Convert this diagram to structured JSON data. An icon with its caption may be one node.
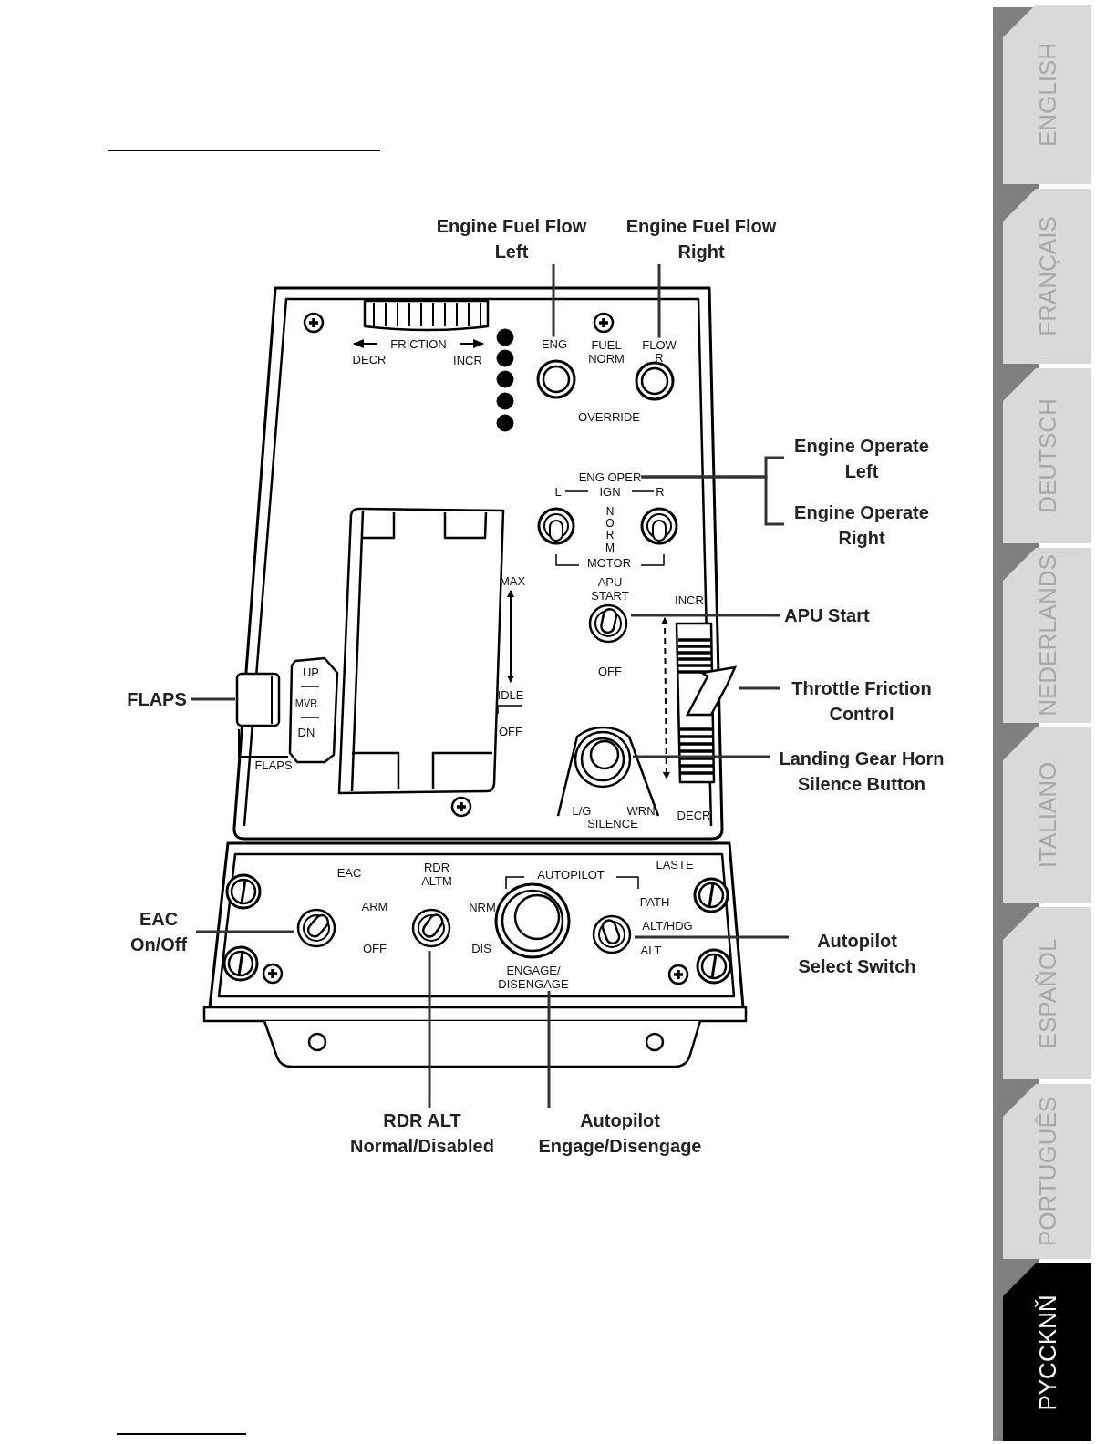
{
  "diagram": {
    "nodes": [
      {
        "text": [
          "Engine Fuel Flow Left"
        ]
      },
      {
        "text": [
          "Engine Fuel Flow Right"
        ]
      },
      {
        "text": [
          "Engine Operate Left"
        ]
      },
      {
        "text": [
          "Engine Operate Right"
        ]
      },
      {
        "text": [
          "APU Start"
        ]
      },
      {
        "text": [
          "FLAPS"
        ]
      },
      {
        "text": [
          "Throttle Friction Control"
        ]
      },
      {
        "text": [
          "Landing Gear Horn Silence Button"
        ]
      },
      {
        "text": [
          "EAC On/Off"
        ]
      },
      {
        "text": [
          "Autopilot Select Switch"
        ]
      },
      {
        "text": [
          "RDR ALT Normal/Disabled"
        ]
      },
      {
        "text": [
          "Autopilot Engage/Disengage"
        ]
      },
      {
        "text": [
          "ENG"
        ]
      },
      {
        "text": [
          "FLOW"
        ]
      },
      {
        "text": [
          "ENG OPER"
        ]
      },
      {
        "text": [],
        "shape": "switch",
        "beside": [
          "APU START"
        ]
      },
      {
        "text": [],
        "shape": "lever",
        "beside": [
          "FLAPS"
        ]
      },
      {
        "text": [],
        "shape": "lever"
      },
      {
        "text": [],
        "shape": "button",
        "beside": [
          "L/G",
          "WRN",
          "SILENCE"
        ]
      },
      {
        "text": [],
        "shape": "switch",
        "beside": [
          "EAC"
        ]
      },
      {
        "text": [],
        "shape": "switch"
      },
      {
        "text": [],
        "shape": "switch",
        "beside": [
          "RDR ALTM"
        ]
      },
      {
        "text": [
          "ENGAGE/ DISENGAGE"
        ]
      }
    ],
    "edges": [
      {
        "from": 0,
        "to": 12,
        "arrow": "none"
      },
      {
        "from": 1,
        "to": 13,
        "arrow": "none"
      },
      {
        "from": 2,
        "to": 14,
        "arrow": "none"
      },
      {
        "from": 3,
        "to": 14,
        "arrow": "none"
      },
      {
        "from": 4,
        "to": 15,
        "arrow": "none"
      },
      {
        "from": 5,
        "to": 16,
        "arrow": "none"
      },
      {
        "from": 6,
        "to": 17,
        "arrow": "none"
      },
      {
        "from": 7,
        "to": 18,
        "arrow": "none"
      },
      {
        "from": 8,
        "to": 19,
        "arrow": "none"
      },
      {
        "from": 9,
        "to": 20,
        "arrow": "none"
      },
      {
        "from": 10,
        "to": 21,
        "arrow": "none"
      },
      {
        "from": 11,
        "to": 22,
        "arrow": "none"
      }
    ],
    "labels": [
      "FRICTION",
      "DECR",
      "INCR",
      "FUEL NORM",
      "R",
      "OVERRIDE",
      "L",
      "IGN",
      "R",
      "NORM",
      "MOTOR",
      "MAX",
      "INCR",
      "UP",
      "OFF",
      "MVR",
      "IDLE",
      "DN",
      "OFF",
      "DECR",
      "AUTOPILOT",
      "LASTE",
      "ARM",
      "NRM",
      "PATH",
      "ALT/HDG",
      "OFF",
      "DIS",
      "ALT",
      "ENGLISH",
      "FRANÇAIS",
      "DEUTSCH",
      "NEDERLANDS",
      "ITALIANO",
      "ESPAÑOL",
      "PORTUGUÊS",
      "PYCCKNŇ"
    ]
  }
}
